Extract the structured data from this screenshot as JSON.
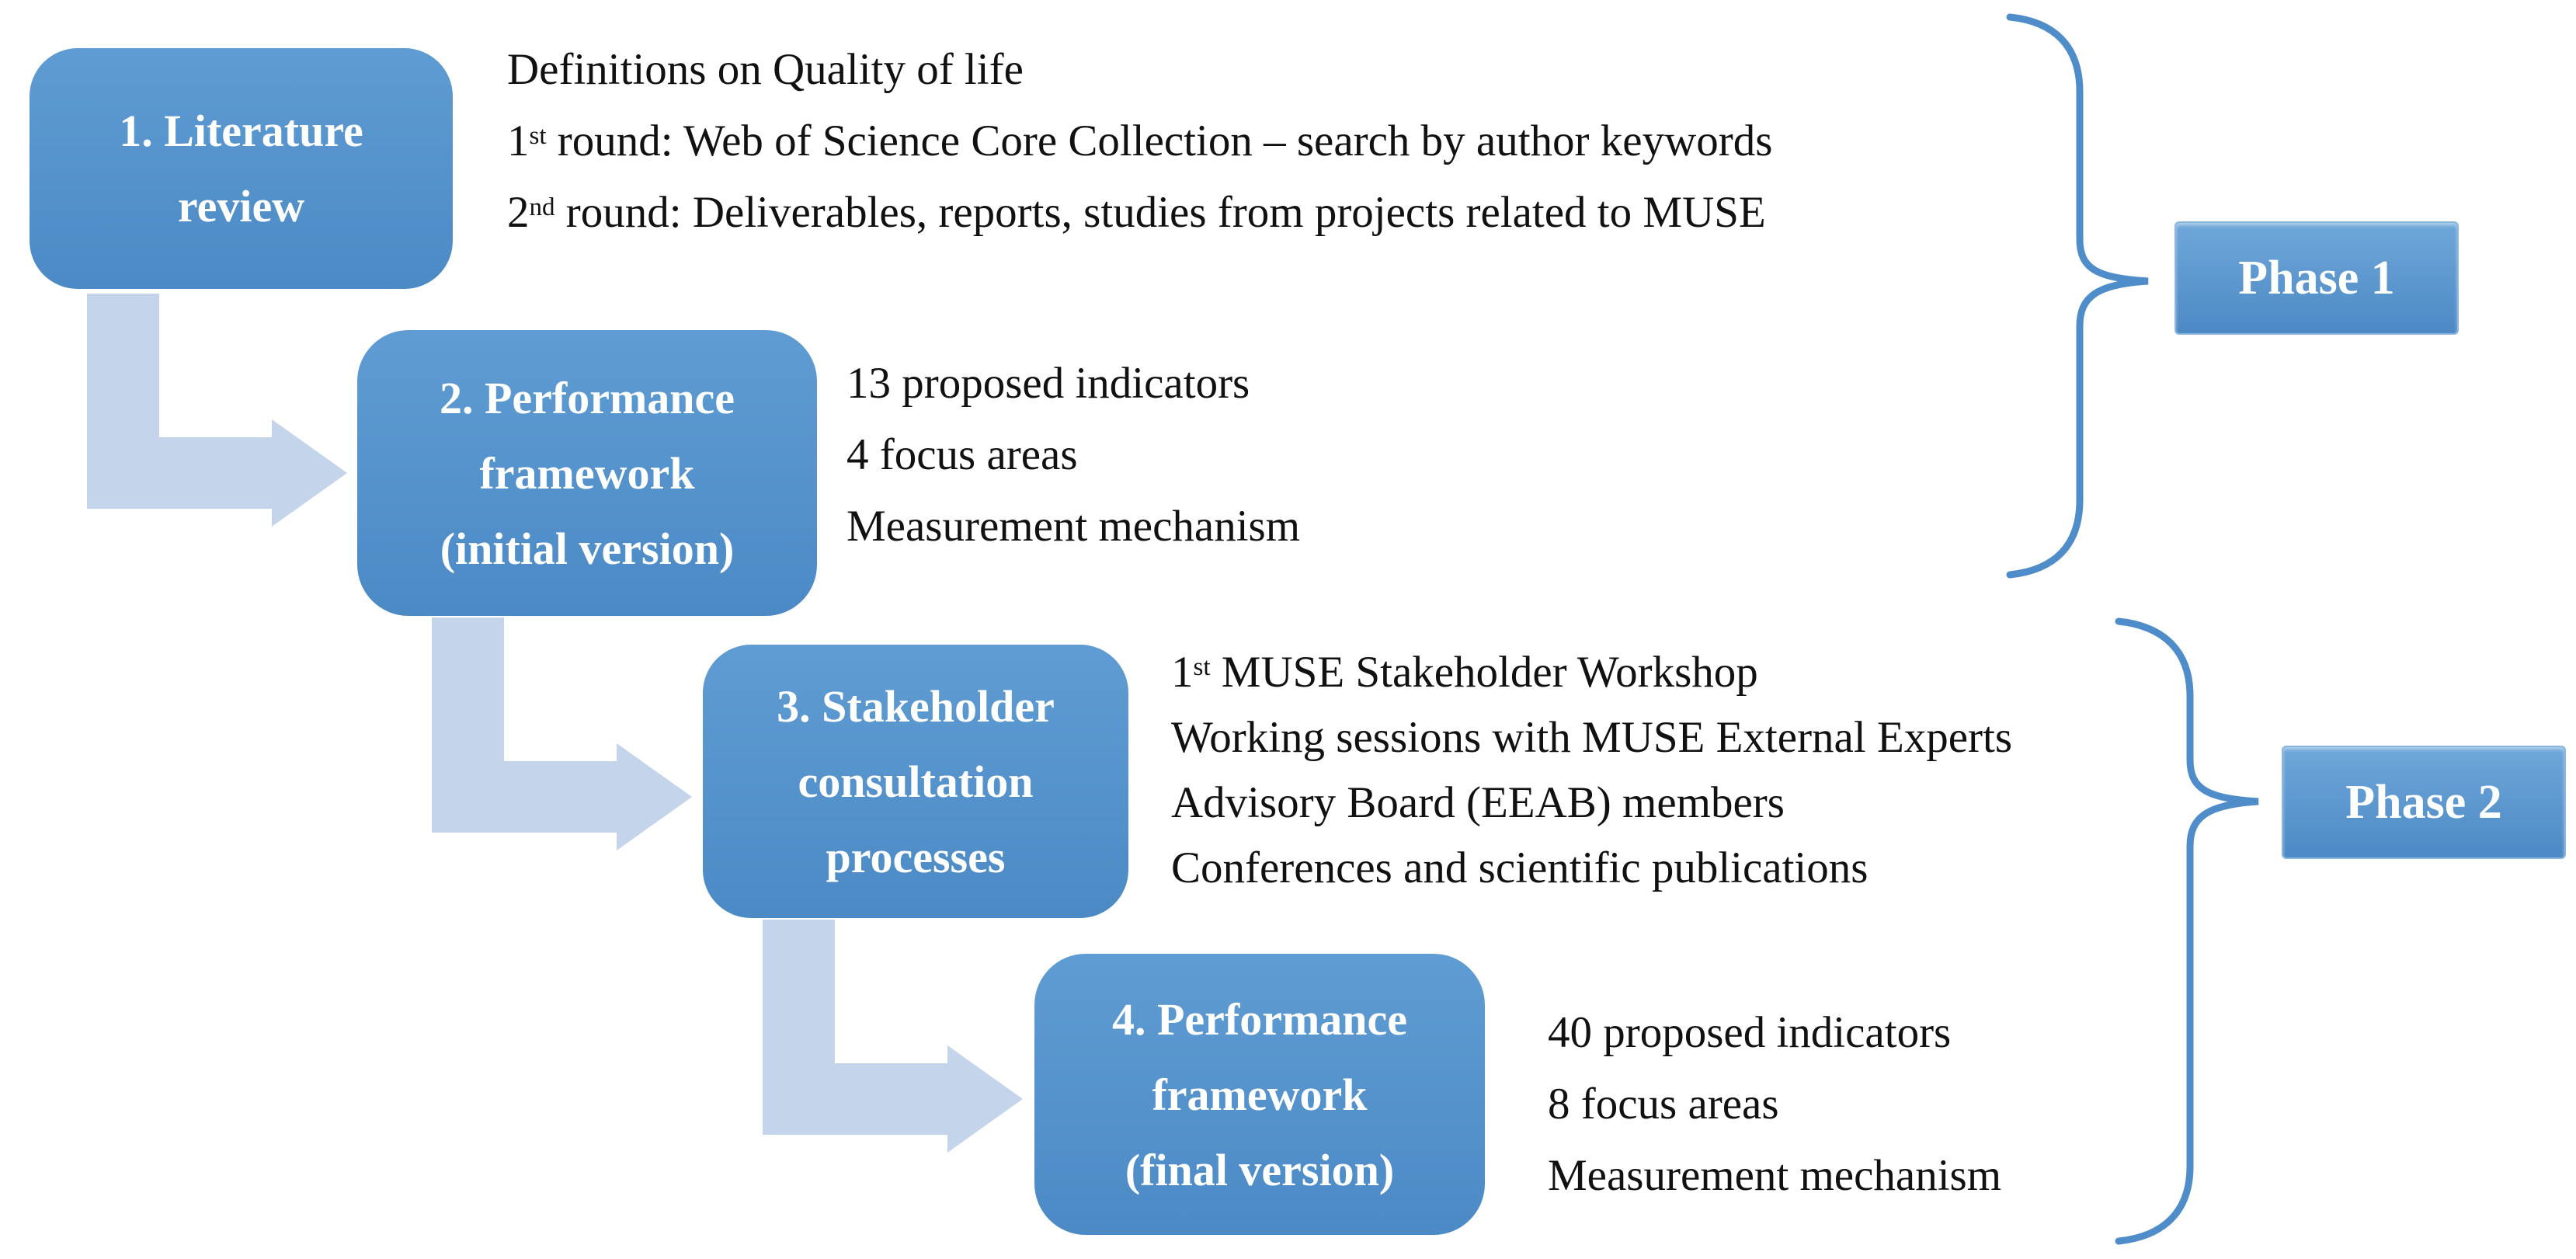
{
  "figure": {
    "steps": [
      {
        "label": "1. Literature review",
        "lines": [
          "1. Literature",
          "review"
        ],
        "annotation_lines": [
          [
            {
              "text": "Definitions on Quality of life"
            }
          ],
          [
            {
              "text": "1"
            },
            {
              "text": "st",
              "sup": true
            },
            {
              "text": " round: Web of Science Core Collection – search by author keywords"
            }
          ],
          [
            {
              "text": "2"
            },
            {
              "text": "nd",
              "sup": true
            },
            {
              "text": " round: Deliverables, reports, studies from projects related to MUSE"
            }
          ]
        ]
      },
      {
        "label": "2. Performance framework (initial version)",
        "lines": [
          "2. Performance",
          "framework",
          "(initial version)"
        ],
        "annotation_lines": [
          [
            {
              "text": "13 proposed indicators"
            }
          ],
          [
            {
              "text": "4 focus areas"
            }
          ],
          [
            {
              "text": "Measurement mechanism"
            }
          ]
        ]
      },
      {
        "label": "3. Stakeholder consultation processes",
        "lines": [
          "3. Stakeholder",
          "consultation",
          "processes"
        ],
        "annotation_lines": [
          [
            {
              "text": "1"
            },
            {
              "text": "st",
              "sup": true
            },
            {
              "text": " MUSE Stakeholder Workshop"
            }
          ],
          [
            {
              "text": "Working sessions with MUSE External Experts"
            }
          ],
          [
            {
              "text": "Advisory Board (EEAB) members"
            }
          ],
          [
            {
              "text": "Conferences and scientific publications"
            }
          ]
        ]
      },
      {
        "label": "4. Performance framework (final version)",
        "lines": [
          "4. Performance",
          "framework",
          "(final version)"
        ],
        "annotation_lines": [
          [
            {
              "text": "40 proposed indicators"
            }
          ],
          [
            {
              "text": "8 focus areas"
            }
          ],
          [
            {
              "text": "Measurement mechanism"
            }
          ]
        ]
      }
    ],
    "phases": [
      {
        "label": "Phase 1"
      },
      {
        "label": "Phase 2"
      }
    ],
    "colors": {
      "step_box_light": "#5f9cd3",
      "step_box_dark": "#4c8ac6",
      "arrow": "#c4d5eb",
      "brace": "#4e8dca",
      "phase_top": "#6fa7d9",
      "phase_bottom": "#4c89c5",
      "text": "#111111"
    }
  }
}
